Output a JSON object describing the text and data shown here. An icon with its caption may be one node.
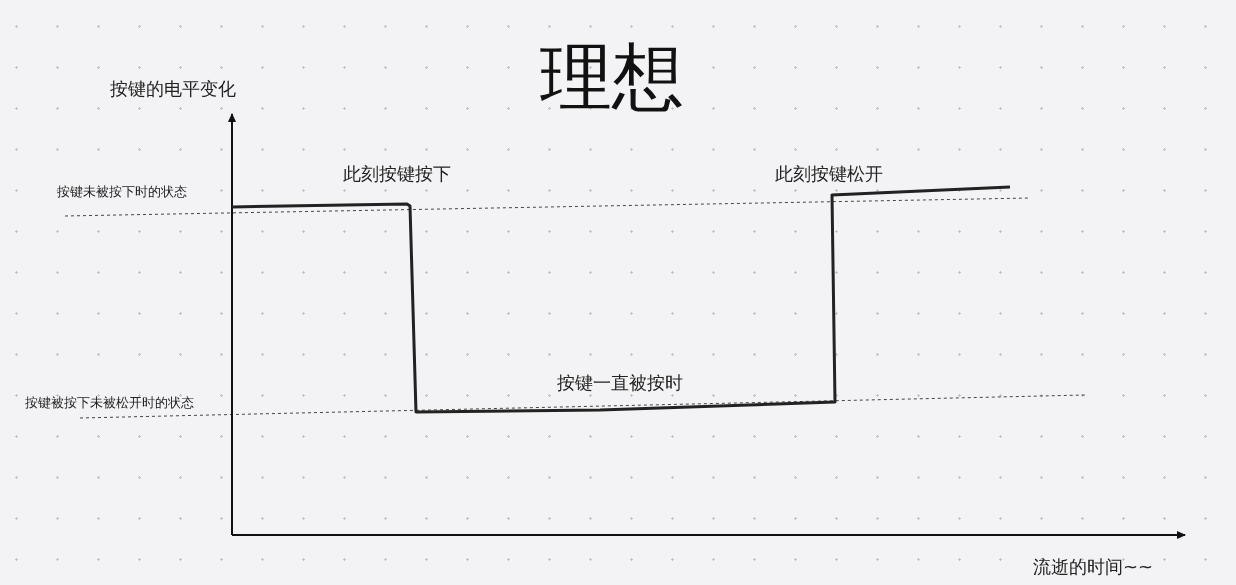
{
  "diagram": {
    "title": "理想",
    "labels": [
      "按键的电平变化",
      "按键未被按下时的状态",
      "此刻按键按下",
      "此刻按键松开",
      "按键一直被按时",
      "按键被按下未被松开时的状态",
      "流逝的时间~~"
    ]
  }
}
